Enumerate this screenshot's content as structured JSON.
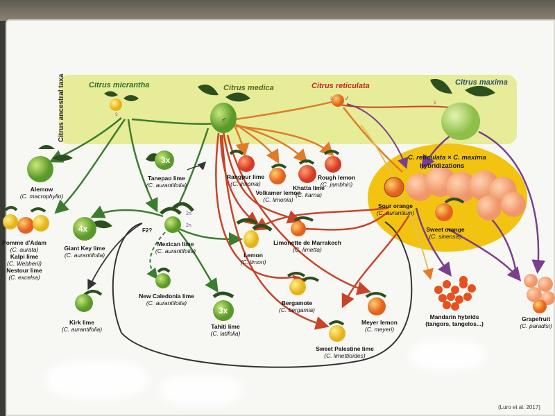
{
  "side_label": "Citrus ancestral taxa",
  "ancestors": {
    "micrantha": "Citrus micrantha",
    "medica": "Citrus medica",
    "reticulata": "Citrus reticulata",
    "maxima": "Citrus maxima"
  },
  "hybrid_zone": {
    "title_line1": "C. reticulata × C. maxima",
    "title_line2": "hybridizations"
  },
  "fruits": [
    {
      "name": "Alemow",
      "sci": "C. macrophyllo"
    },
    {
      "name": "Tanepao lime",
      "sci": "C. aurantifolia"
    },
    {
      "name": "Pomme d'Adam",
      "sci": "C. aurata"
    },
    {
      "name": "Kalpi lime",
      "sci": "C. Webberii"
    },
    {
      "name": "Nestour lime",
      "sci": "C. excelsa"
    },
    {
      "name": "Giant Key lime",
      "sci": "C. aurantifolia"
    },
    {
      "name": "Mexican lime",
      "sci": "C. aurantifolia"
    },
    {
      "name": "New Caledonia lime",
      "sci": "C. aurantifolia"
    },
    {
      "name": "Kirk lime",
      "sci": "C. aurantifolia"
    },
    {
      "name": "Tahiti lime",
      "sci": "C. latifolia"
    },
    {
      "name": "Rangpur lime",
      "sci": "C. limonia"
    },
    {
      "name": "Volkamer lemon",
      "sci": "C. limonia"
    },
    {
      "name": "Khatta lime",
      "sci": "C. karna"
    },
    {
      "name": "Rough lemon",
      "sci": "C. jambhiri"
    },
    {
      "name": "Lemon",
      "sci": "C. limon"
    },
    {
      "name": "Limonette de Marrakech",
      "sci": "C. limetta"
    },
    {
      "name": "Bergamote",
      "sci": "C. bergamia"
    },
    {
      "name": "Meyer lemon",
      "sci": "C. meyeri"
    },
    {
      "name": "Sweet Palestine lime",
      "sci": "C. limettioïdes"
    },
    {
      "name": "Sour orange",
      "sci": "C. aurantium"
    },
    {
      "name": "Sweet orange",
      "sci": "C. sinensis"
    },
    {
      "name": "Mandarin hybrids (tangors, tangelos...)",
      "sci": ""
    },
    {
      "name": "Grapefruit",
      "sci": "C. paradisi"
    }
  ],
  "marks": {
    "x3": "3x",
    "x4": "4x",
    "x3b": "3x",
    "f2": "F2?",
    "two_n": "2n",
    "two_n_b": "2n",
    "female": "♀",
    "male": "♂"
  },
  "citation": "(Luro et al. 2017)",
  "colors": {
    "green_arrow": "#3b7d2f",
    "orange_arrow": "#e07b28",
    "red_arrow": "#c8432a",
    "purple_arrow": "#7a3f8f",
    "yellow_band": "#e6ec98",
    "hybrid_oval": "#f3c312"
  }
}
